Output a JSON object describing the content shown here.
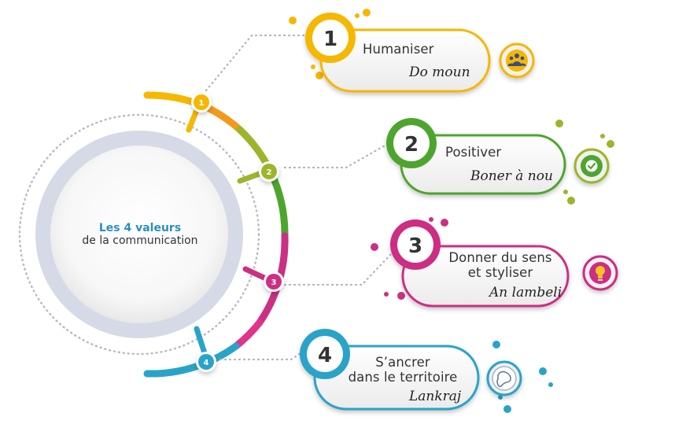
{
  "center": {
    "title_bold": "Les 4 valeurs",
    "title_rest": "de la communication"
  },
  "values": [
    {
      "number": "1",
      "label_lines": [
        "Humaniser"
      ],
      "creole": "Do moun",
      "color": "#f5b700",
      "icon": "people-icon"
    },
    {
      "number": "2",
      "label_lines": [
        "Positiver"
      ],
      "creole": "Boner à nou",
      "color": "#4ea52e",
      "icon": "check-badge-icon"
    },
    {
      "number": "3",
      "label_lines": [
        "Donner du sens",
        "et styliser"
      ],
      "creole": "An lambeli",
      "color": "#cc2f83",
      "icon": "lightbulb-icon"
    },
    {
      "number": "4",
      "label_lines": [
        "S’ancrer",
        "dans le territoire"
      ],
      "creole": "Lankraj",
      "color": "#2aa3c9",
      "icon": "island-map-icon"
    }
  ],
  "colors": {
    "yellow": "#f5b700",
    "orange": "#f39a1c",
    "green": "#4ea52e",
    "olive": "#9cb52a",
    "magenta": "#cc2f83",
    "teal": "#2aa3c9",
    "circle": "#d5dae6"
  }
}
